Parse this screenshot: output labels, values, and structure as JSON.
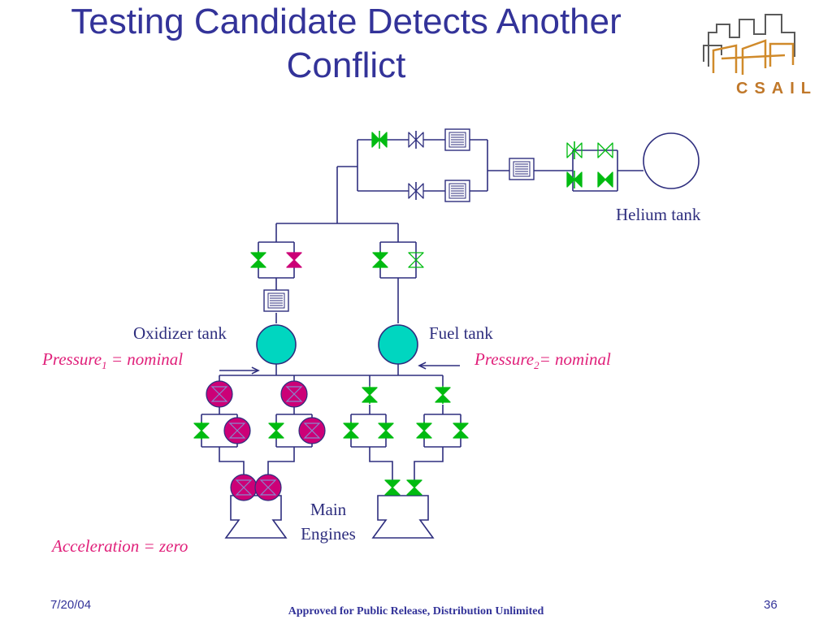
{
  "slide": {
    "title_line1": "Testing Candidate Detects Another",
    "title_line2": "Conflict",
    "logo_text": "CSAIL",
    "date": "7/20/04",
    "page_number": "36",
    "footer": "Approved for Public Release, Distribution Unlimited"
  },
  "labels": {
    "helium_tank": "Helium tank",
    "oxidizer_tank": "Oxidizer tank",
    "fuel_tank": "Fuel tank",
    "pressure1_pre": "Pressure",
    "pressure1_sub": "1",
    "pressure1_post": " = nominal",
    "pressure2_pre": "Pressure",
    "pressure2_sub": "2",
    "pressure2_post": "= nominal",
    "main_line1": "Main",
    "main_line2": "Engines",
    "acceleration": "Acceleration = zero"
  },
  "colors": {
    "line": "#2e2e7e",
    "valve_green": "#00bb11",
    "valve_magenta": "#cc0077",
    "tank_fill": "#00d6c0",
    "annotation_pink": "#e0207a"
  }
}
